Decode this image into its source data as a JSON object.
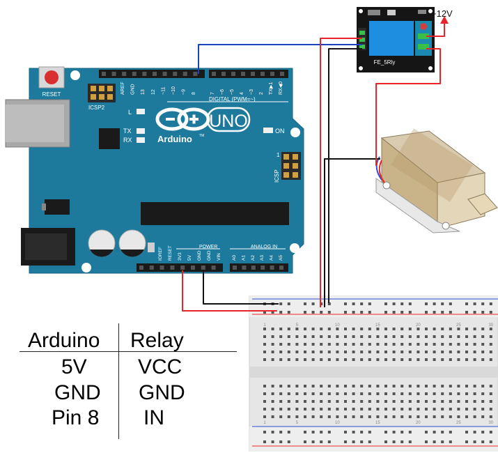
{
  "arduino": {
    "reset_label": "RESET",
    "icsp2_label": "ICSP2",
    "icsp_label": "ICSP",
    "logo_text": "Arduino",
    "model_text": "UNO",
    "tm_text": "TM",
    "digital_label": "DIGITAL (PWM=~)",
    "led_l": "L",
    "led_tx": "TX",
    "led_rx": "RX",
    "led_on": "ON",
    "icsp_pin1": "1",
    "power_label": "POWER",
    "analog_label": "ANALOG IN",
    "digital_pins": [
      "AREF",
      "GND",
      "13",
      "12",
      "~11",
      "~10",
      "~9",
      "8",
      "7",
      "~6",
      "~5",
      "4",
      "~3",
      "2",
      "TX▶1",
      "RX◀0"
    ],
    "power_pins": [
      "IOREF",
      "RESET",
      "3V3",
      "5V",
      "GND",
      "GND",
      "VIN"
    ],
    "analog_pins": [
      "A0",
      "A1",
      "A2",
      "A3",
      "A4",
      "A5"
    ]
  },
  "relay": {
    "label": "FE_5Rly",
    "voltage": "+12V"
  },
  "breadboard": {
    "row_numbers": [
      "1",
      "5",
      "10",
      "15",
      "20",
      "25",
      "30"
    ]
  },
  "table": {
    "headers": [
      "Arduino",
      "Relay"
    ],
    "rows": [
      [
        "5V",
        "VCC"
      ],
      [
        "GND",
        "GND"
      ],
      [
        "Pin 8",
        "IN"
      ]
    ]
  },
  "colors": {
    "board": "#1e7a9c",
    "board_dark": "#145f7d",
    "wire_red": "#e8242a",
    "wire_black": "#111111",
    "wire_blue": "#1a3fc0",
    "relay_blue": "#1e8fe0",
    "breadboard": "#e9e9e9"
  }
}
